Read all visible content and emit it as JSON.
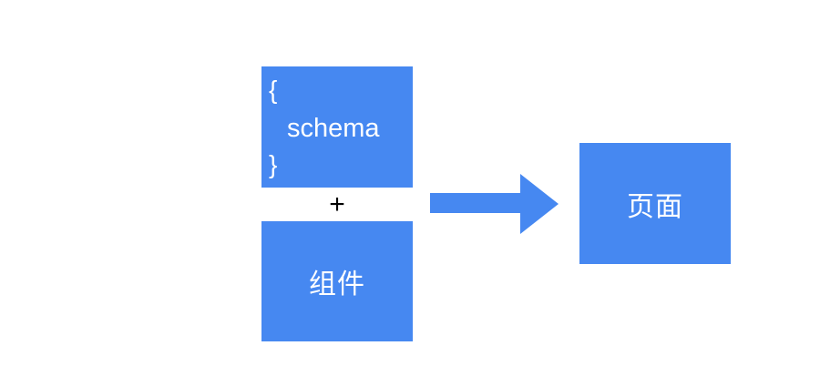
{
  "diagram": {
    "schema_box": {
      "open_brace": "{",
      "label": "schema",
      "close_brace": "}"
    },
    "operator": "+",
    "component_box": {
      "label": "组件"
    },
    "page_box": {
      "label": "页面"
    },
    "arrow_icon": "right-arrow-icon",
    "colors": {
      "box": "#4688F1",
      "text": "#FFFFFF",
      "operator": "#000000"
    }
  }
}
